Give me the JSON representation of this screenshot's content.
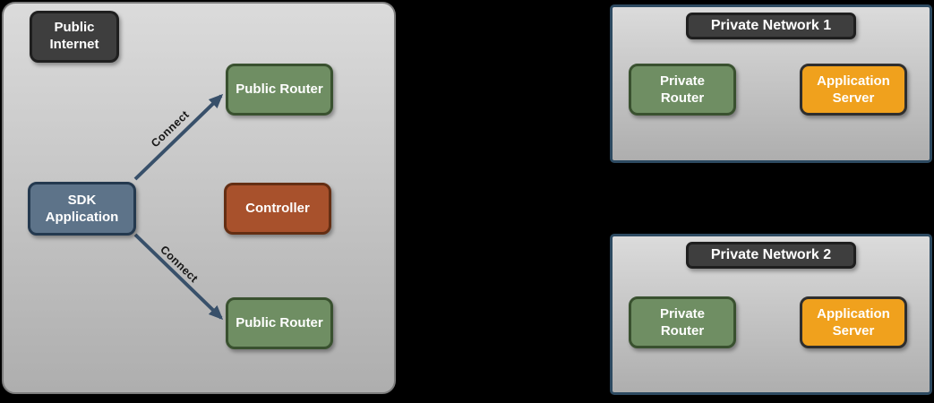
{
  "colors": {
    "background": "#000000",
    "panel_fill_top": "#dbdbdb",
    "panel_fill_bottom": "#aeaeae",
    "panel_border_gray": "#7d7d7d",
    "network_border": "#2d4a61",
    "badge_fill": "#3e3e3e",
    "badge_border": "#1f1f1f",
    "green_fill": "#6f8e63",
    "green_border": "#39512f",
    "slate_fill": "#5d7389",
    "slate_border": "#24394f",
    "rust_fill": "#a8512c",
    "rust_border": "#642e13",
    "orange_fill": "#f0a11d",
    "orange_border": "#2e2e2e",
    "arrow": "#38506a",
    "edge_label_text": "#161616",
    "node_text": "#ffffff"
  },
  "public_internet": {
    "title": "Public Internet",
    "nodes": {
      "public_router_top": {
        "label": "Public Router"
      },
      "sdk_application": {
        "label": "SDK Application"
      },
      "controller": {
        "label": "Controller"
      },
      "public_router_bottom": {
        "label": "Public Router"
      }
    },
    "edges": [
      {
        "label": "Connect"
      },
      {
        "label": "Connect"
      }
    ]
  },
  "private_networks": [
    {
      "title": "Private Network 1",
      "nodes": {
        "private_router": {
          "label": "Private Router"
        },
        "application_server": {
          "label": "Application Server"
        }
      }
    },
    {
      "title": "Private Network 2",
      "nodes": {
        "private_router": {
          "label": "Private Router"
        },
        "application_server": {
          "label": "Application Server"
        }
      }
    }
  ]
}
